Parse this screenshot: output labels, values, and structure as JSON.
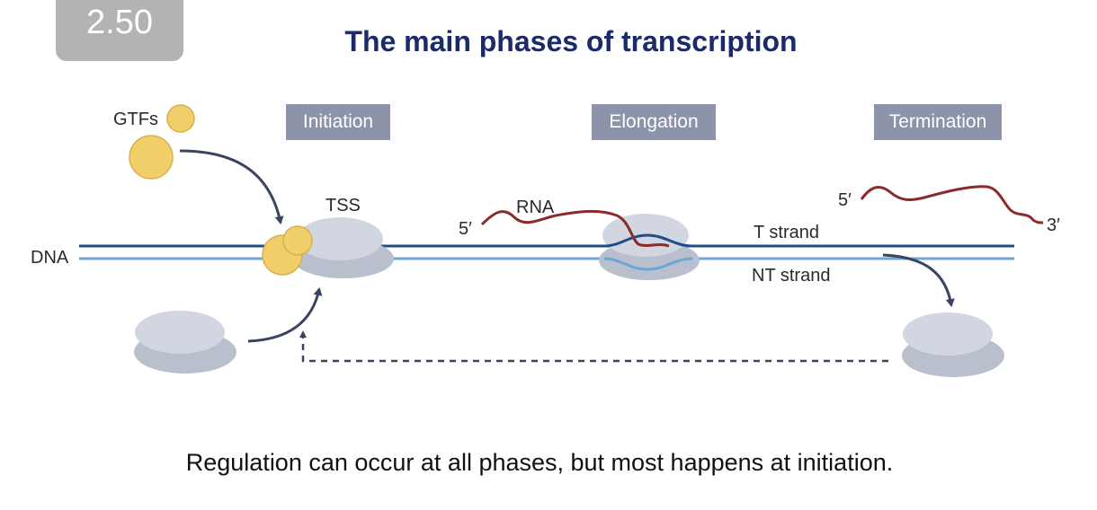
{
  "timer": "2.50",
  "title": "The main phases of transcription",
  "phases": [
    "Initiation",
    "Elongation",
    "Termination"
  ],
  "labels": {
    "gtfs": "GTFs",
    "tss": "TSS",
    "rna": "RNA",
    "dna": "DNA",
    "t_strand": "T strand",
    "nt_strand": "NT strand",
    "five_prime_a": "5′",
    "five_prime_b": "5′",
    "three_prime": "3′"
  },
  "caption": "Regulation can occur at all phases, but most happens at initiation.",
  "colors": {
    "title": "#1b2a6a",
    "badge": "#b3b3b3",
    "phase_box": "#8d93a9",
    "dna_dark": "#1f4e8a",
    "dna_light": "#6aa6d8",
    "rna": "#8b2a2a",
    "gtf": "#f0cf6a",
    "polymerase": "#c5cad6",
    "arrow": "#3a4460"
  }
}
